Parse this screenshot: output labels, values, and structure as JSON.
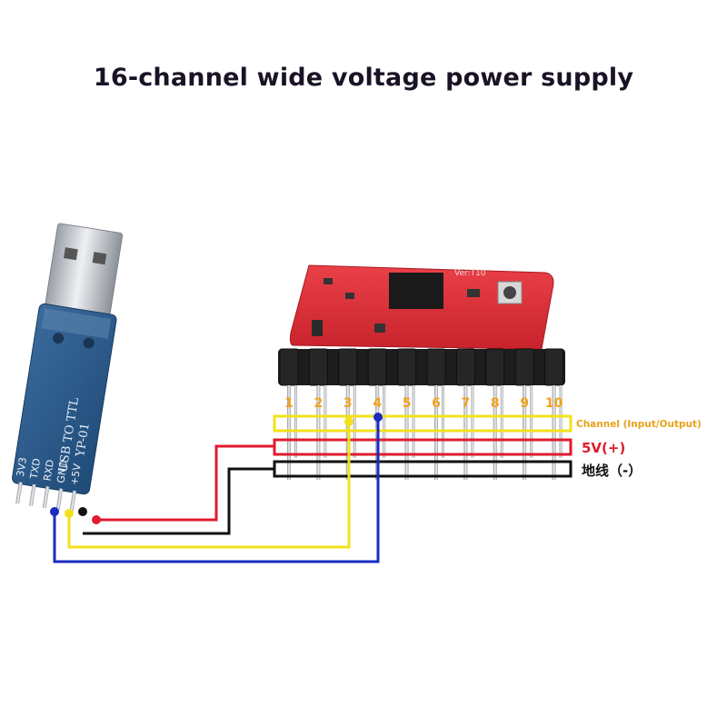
{
  "title": "16-channel wide voltage power supply",
  "usb_adapter": {
    "board_text_1": "USB TO TTL",
    "board_text_2": "YP-01",
    "pin_labels": [
      "3V3",
      "TXD",
      "RXD",
      "GND",
      "+5V"
    ]
  },
  "module": {
    "silk_text": "Ver:T10"
  },
  "channel_numbers": [
    "1",
    "2",
    "3",
    "4",
    "5",
    "6",
    "7",
    "8",
    "9",
    "10"
  ],
  "row_labels": {
    "channel": "Channel (Input/Output)",
    "power": "5V(+)",
    "ground": "地线（-）"
  },
  "colors": {
    "channel_row": "#f2e21c",
    "power_row": "#e01b2d",
    "ground_row": "#111111",
    "blue_wire": "#1a2bbf",
    "yellow_wire": "#f2e21c",
    "red_wire": "#e01b2d",
    "black_wire": "#111111",
    "pcb_red": "#e0333c",
    "pcb_blue": "#2b5a8a",
    "channel_number_color": "#f2a21c",
    "channel_label_color": "#e8a21a",
    "power_label_color": "#e01b2d",
    "ground_label_color": "#111111"
  }
}
